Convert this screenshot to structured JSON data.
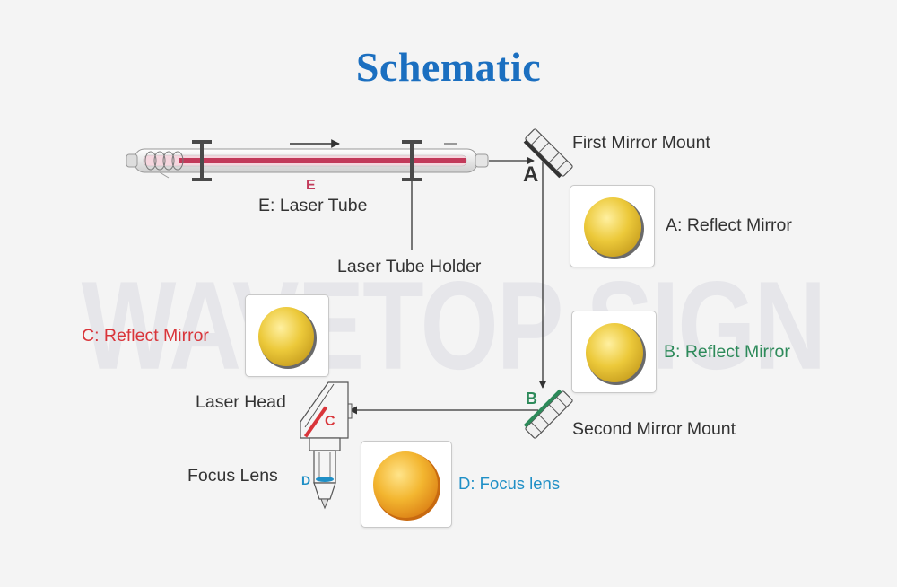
{
  "title": "Schematic",
  "watermark": "WAVETOP SIGN",
  "labels": {
    "first_mirror_mount": "First Mirror Mount",
    "laser_tube": "E: Laser Tube",
    "laser_tube_holder": "Laser Tube Holder",
    "reflect_mirror_a": "A: Reflect Mirror",
    "reflect_mirror_b": "B: Reflect Mirror",
    "reflect_mirror_c": "C: Reflect Mirror",
    "laser_head": "Laser Head",
    "focus_lens": "Focus Lens",
    "second_mirror_mount": "Second Mirror Mount",
    "focus_lens_d": "D: Focus lens"
  },
  "diagram_letters": {
    "a": "A",
    "b": "B",
    "c": "C",
    "d": "D",
    "e": "E"
  },
  "colors": {
    "title": "#1b6fc0",
    "label_c": "#d9353a",
    "label_b": "#2d8a5a",
    "label_d": "#1f8fc6",
    "tube_stripe": "#c23a5a",
    "mirror_gold": "#e8c335",
    "lens_orange": "#f0a323"
  }
}
